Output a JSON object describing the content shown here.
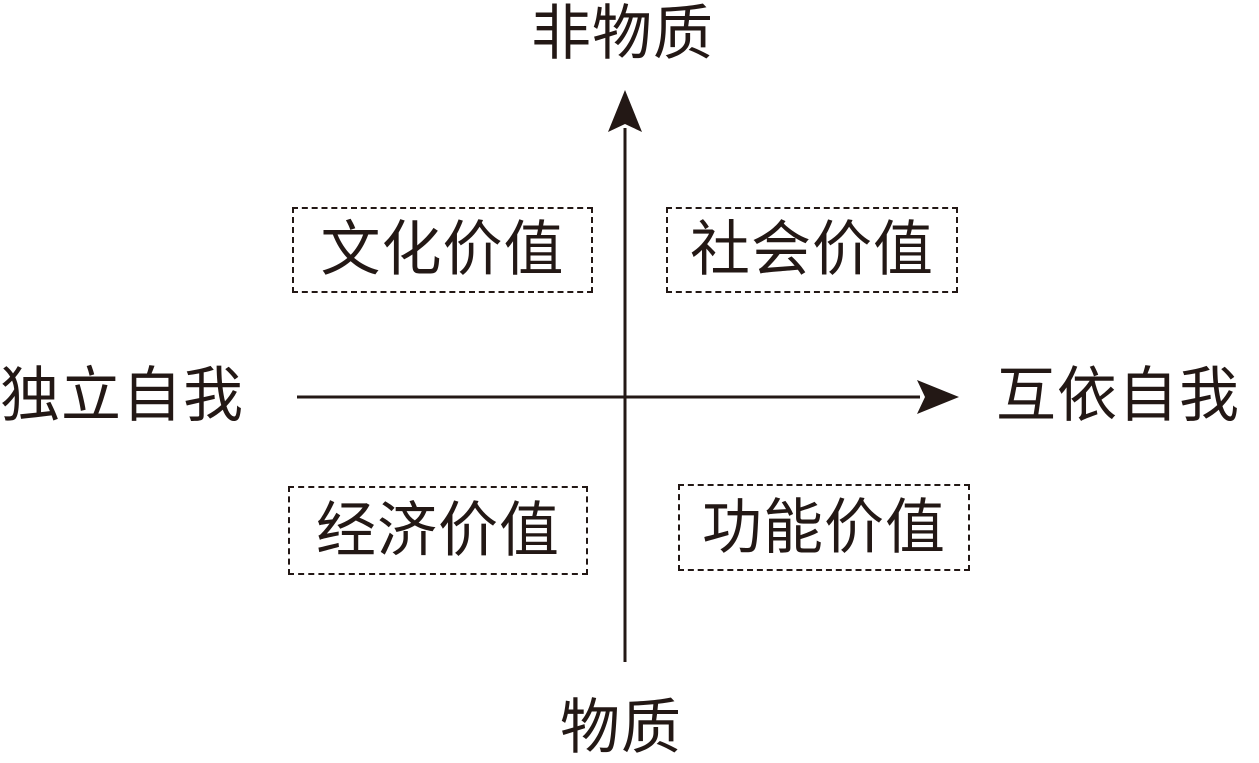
{
  "axes": {
    "top_label": "非物质",
    "bottom_label": "物质",
    "left_label": "独立自我",
    "right_label": "互依自我"
  },
  "quadrants": {
    "top_left": "文化价值",
    "top_right": "社会价值",
    "bottom_left": "经济价值",
    "bottom_right": "功能价值"
  },
  "colors": {
    "ink": "#231815",
    "background": "#ffffff"
  }
}
